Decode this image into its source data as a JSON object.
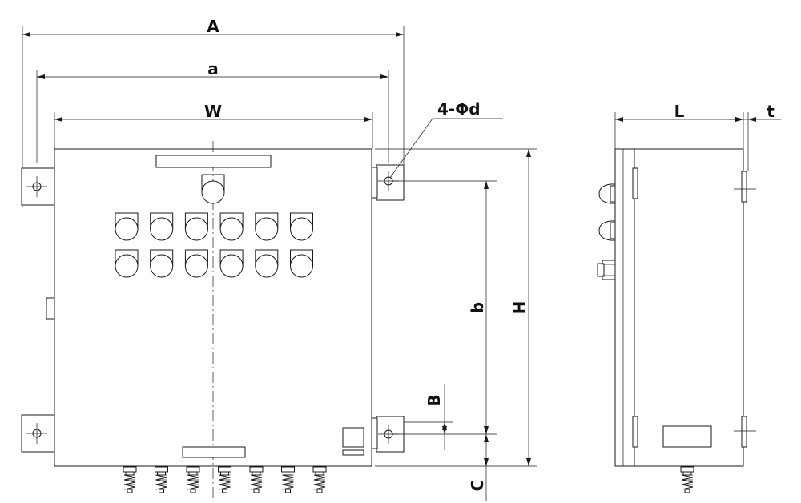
{
  "front_view": {
    "dimension_labels": {
      "A": "A",
      "a": "a",
      "W": "W",
      "hole_callout": "4-Φd",
      "b": "b",
      "H": "H",
      "B": "B",
      "C": "C"
    },
    "lamp_rows": 2,
    "lamps_per_row": 6,
    "cable_glands": 7
  },
  "side_view": {
    "dimension_labels": {
      "L": "L",
      "t": "t"
    },
    "side_devices": 3
  }
}
